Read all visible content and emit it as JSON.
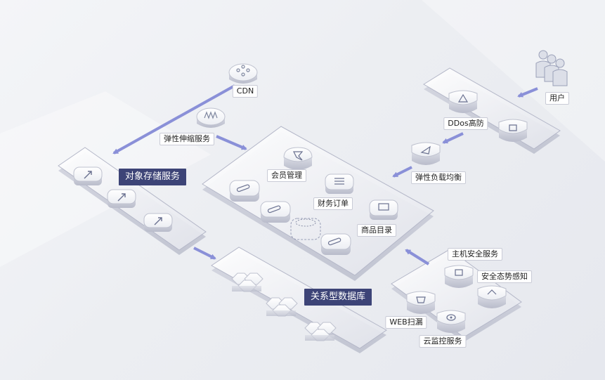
{
  "nodes": {
    "cdn": "CDN",
    "autoscale": "弹性伸缩服务",
    "oss": "对象存储服务",
    "rds": "关系型数据库",
    "member": "会员管理",
    "finance": "财务订单",
    "catalog": "商品目录",
    "ddos": "DDos高防",
    "users": "用户",
    "slb": "弹性负载均衡",
    "hss": "主机安全服务",
    "situation": "安全态势感知",
    "waf": "WEB扫漏",
    "monitor": "云监控服务"
  },
  "colors": {
    "arrow": "#8a90d8",
    "title_bg": "#3d4477",
    "platform_edge": "#b4b7c8"
  },
  "icons": [
    "cdn-node-icon",
    "autoscale-icon",
    "storage-icon",
    "database-icon",
    "server-icon",
    "document-icon",
    "display-icon",
    "shield-icon",
    "users-icon"
  ]
}
